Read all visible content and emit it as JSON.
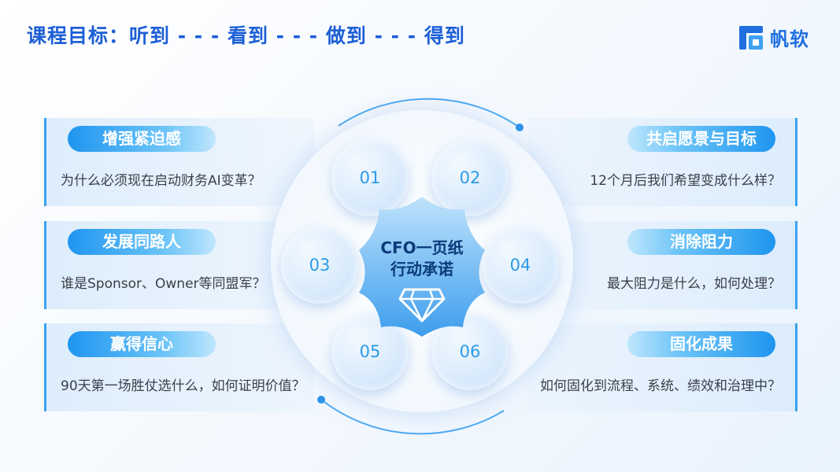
{
  "header": {
    "title": "课程目标：听到 - - - 看到 - - - 做到 - - - 得到",
    "logo_text": "帆软"
  },
  "center": {
    "line1": "CFO一页纸",
    "line2": "行动承诺"
  },
  "numbers": [
    "01",
    "02",
    "03",
    "04",
    "05",
    "06"
  ],
  "cards": {
    "left": [
      {
        "title": "增强紧迫感",
        "desc": "为什么必须现在启动财务AI变革？"
      },
      {
        "title": "发展同路人",
        "desc": "谁是Sponsor、Owner等同盟军？"
      },
      {
        "title": "赢得信心",
        "desc": "90天第一场胜仗选什么，如何证明价值？"
      }
    ],
    "right": [
      {
        "title": "共启愿景与目标",
        "desc": "12个月后我们希望变成什么样？"
      },
      {
        "title": "消除阻力",
        "desc": "最大阻力是什么，如何处理？"
      },
      {
        "title": "固化成果",
        "desc": "如何固化到流程、系统、绩效和治理中？"
      }
    ]
  },
  "colors": {
    "title": "#1d5fd6",
    "accent": "#1f95f0",
    "number": "#2c9be6"
  }
}
